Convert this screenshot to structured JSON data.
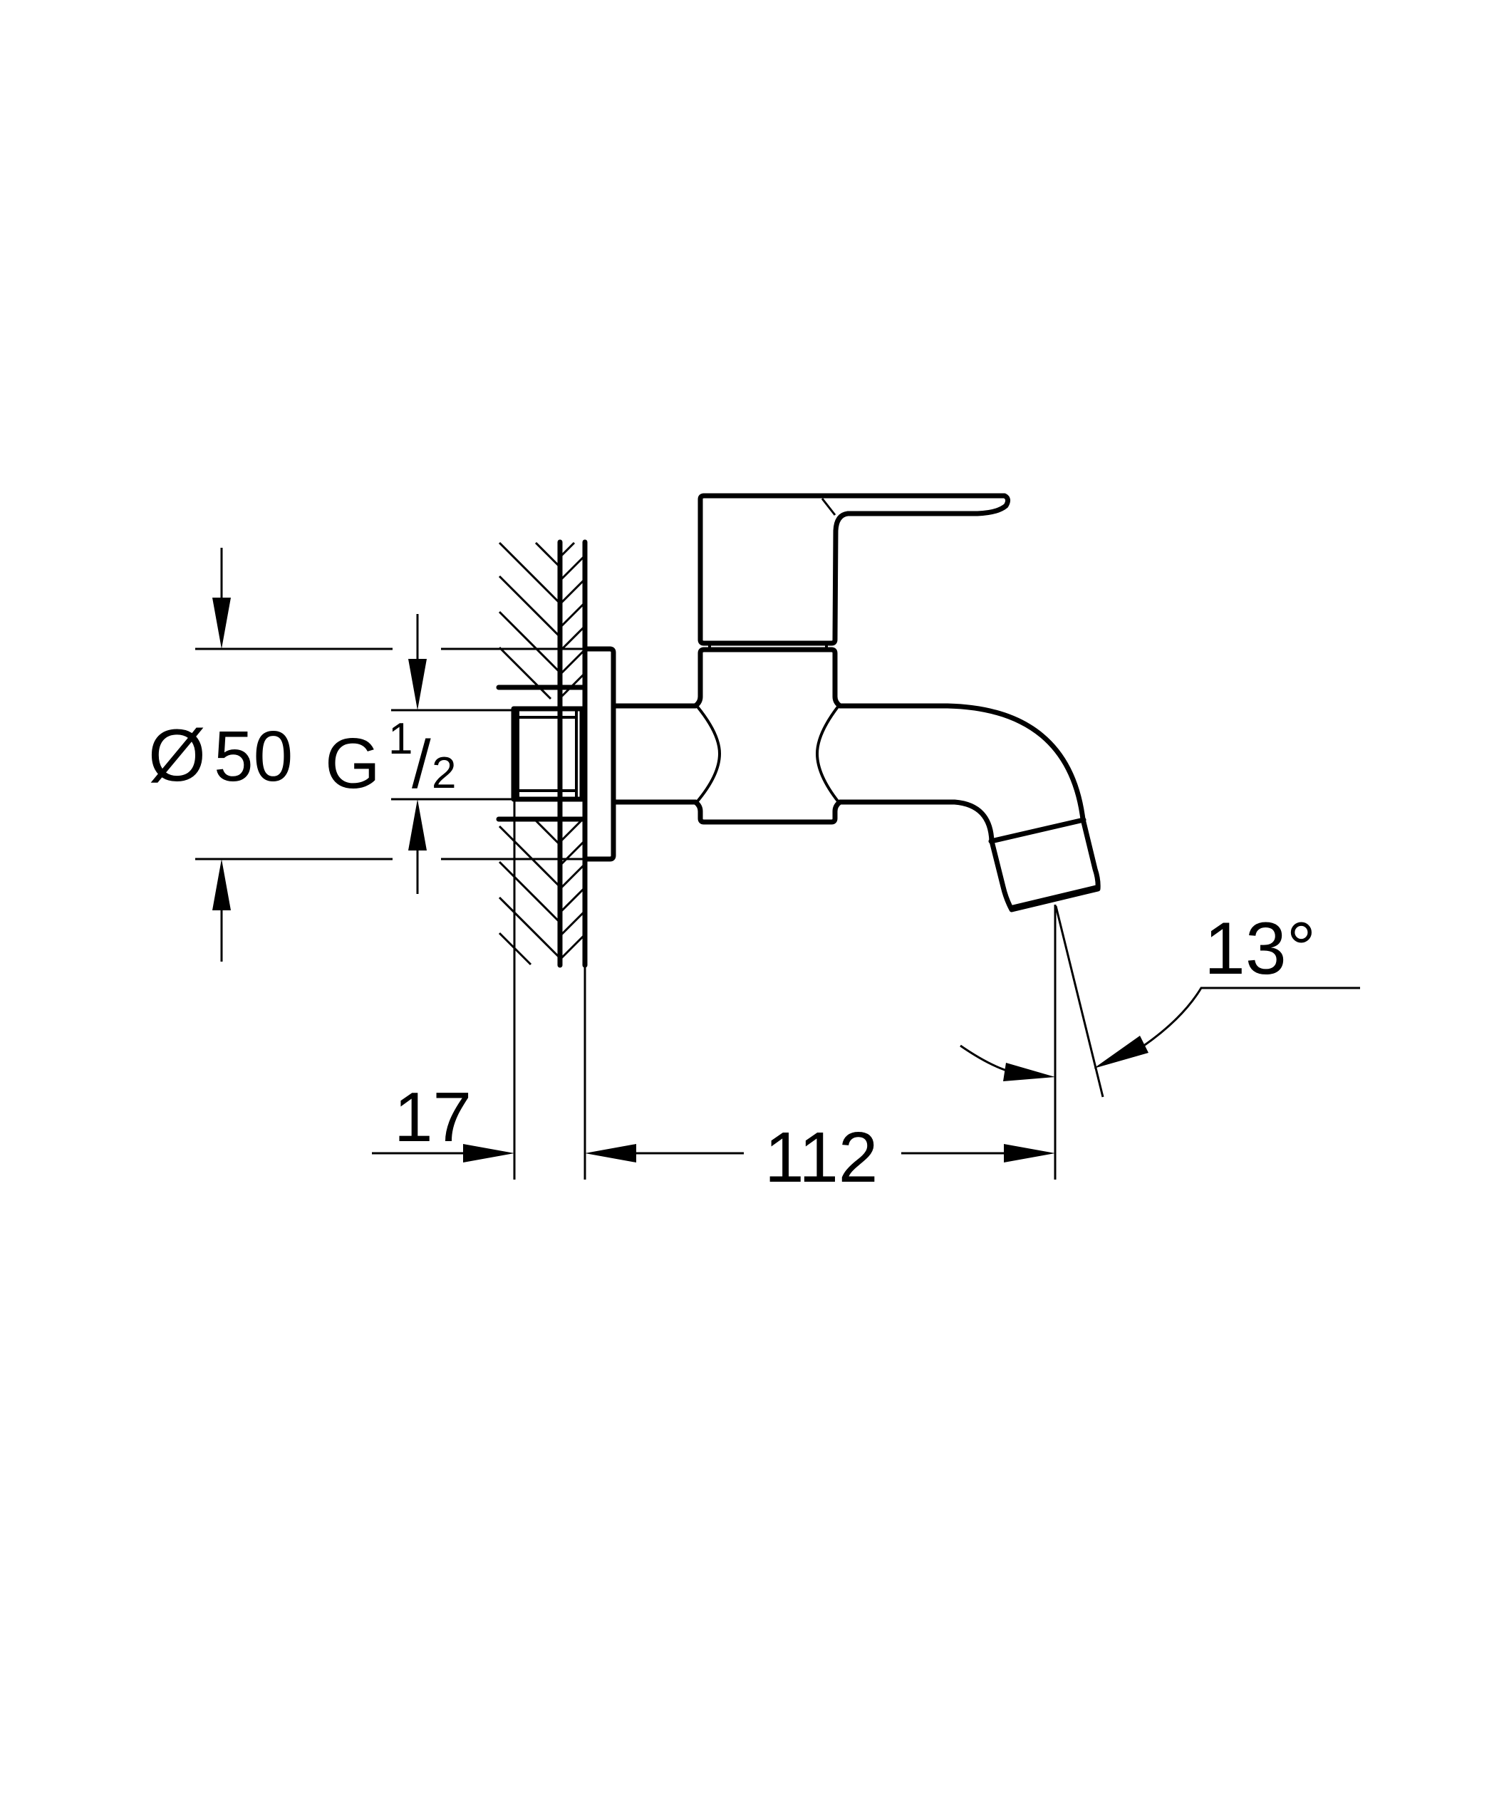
{
  "drawing": {
    "subject": "wall-mounted tap side view",
    "colors": {
      "line": "#000000",
      "background": "#ffffff"
    }
  },
  "dimensions": {
    "flange_diameter": {
      "symbol": "Ø",
      "value": "50"
    },
    "thread": {
      "prefix": "G",
      "numerator": "1",
      "slash": "/",
      "denominator": "2"
    },
    "wall_offset": "17",
    "projection": "112",
    "spout_angle": "13°"
  }
}
